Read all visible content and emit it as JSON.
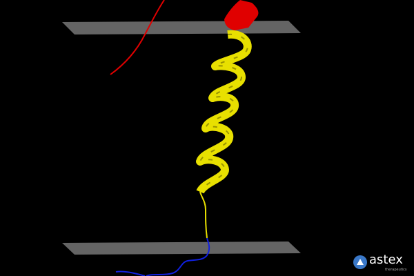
{
  "colors": {
    "background": "#000000",
    "membrane_plane": "#646464",
    "helix_yellow": "#e8e000",
    "helix_yellow_dark": "#9a9400",
    "extracellular_red": "#e00000",
    "intracellular_blue": "#1020e0",
    "logo_blue": "#3a78c8"
  },
  "scene": {
    "membrane_planes": 2,
    "structure": "transmembrane alpha helix"
  },
  "logo": {
    "word": "astex",
    "tagline": "therapeutics",
    "icon": "astex-triangle-logo-icon"
  }
}
